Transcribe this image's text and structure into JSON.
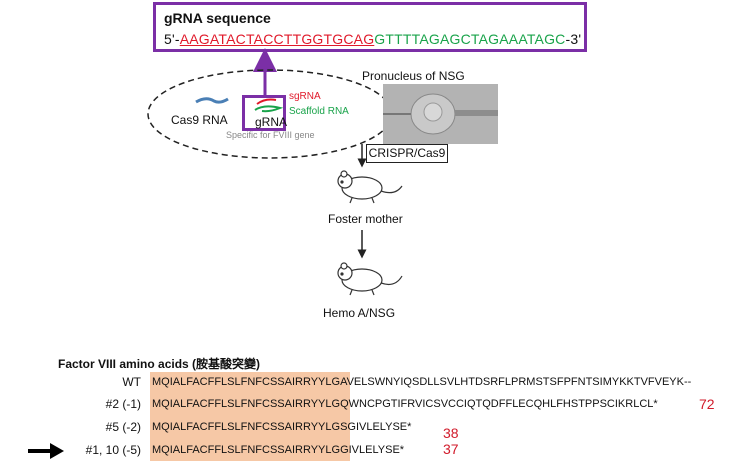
{
  "grna": {
    "title": "gRNA sequence",
    "prefix": "5'-",
    "red_part": "AAGATACTACCTTGGTGCAG",
    "green_part": "GTTTTAGAGCTAGAAATAGC",
    "suffix": "-3'"
  },
  "ellipse": {
    "cas9": "Cas9 RNA",
    "grna": "gRNA",
    "sgrna": "sgRNA",
    "scaffold": "Scaffold RNA",
    "specific": "Specific for FVIII gene"
  },
  "flow": {
    "pronucleus": "Pronucleus of NSG",
    "crispr": "CRISPR/Cas9",
    "foster": "Foster mother",
    "hemo": "Hemo A/NSG"
  },
  "amino": {
    "title": "Factor VIII amino acids (胺基酸突變)",
    "rows": [
      {
        "label": "WT",
        "seq": "MQIALFACFFLSLFNFCSSAIRRYYLGAVELSWNYIQSDLLSVLHTDSRFLPRMSTSFPFNTSIMYKKTVFVEYK--",
        "count": ""
      },
      {
        "label": "#2 (-1)",
        "seq": "MQIALFACFFLSLFNFCSSAIRRYYLGQWNCPGTIFRVICSVCCIQTQDFFLECQHLFHSTPPSCIKRLCL*",
        "count": "72"
      },
      {
        "label": "#5 (-2)",
        "seq": "MQIALFACFFLSLFNFCSSAIRRYYLGSGIVLELYSE*",
        "count": "38"
      },
      {
        "label": "#1, 10 (-5)",
        "seq": "MQIALFACFFLSLFNFCSSAIRRYYLGGIVLELYSE*",
        "count": "37"
      }
    ]
  },
  "colors": {
    "purple": "#7b2fa6",
    "red": "#e0192a",
    "green": "#19a34a",
    "highlight": "#f6c8a6"
  }
}
